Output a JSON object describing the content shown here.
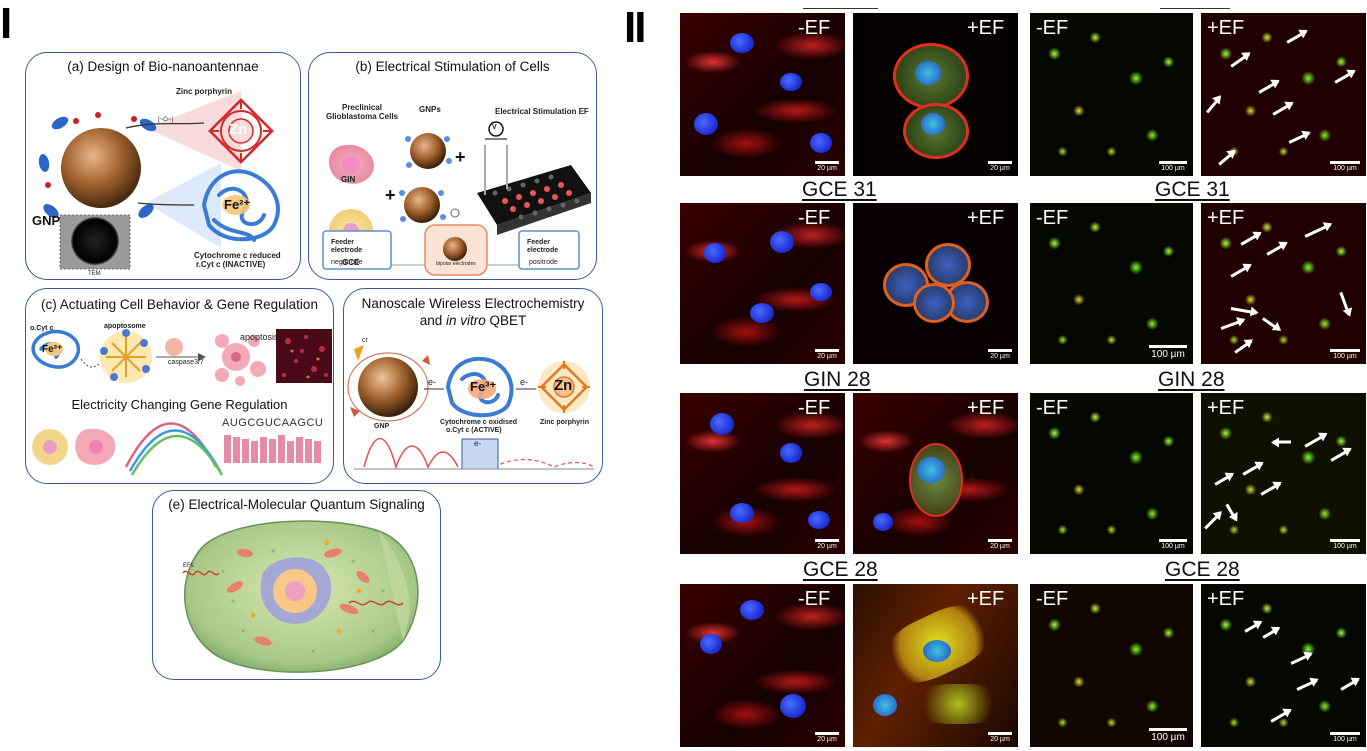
{
  "section_labels": {
    "left": "I",
    "right": "II"
  },
  "panels": {
    "a": {
      "title": "(a) Design of Bio-nanoantennae",
      "zinc": "Zinc porphyrin",
      "zn": "Zn",
      "gnp": "GNP",
      "fe": "Fe²⁺",
      "tem": "TEM",
      "cyt_line1": "Cytochrome c reduced",
      "cyt_line2": "r.Cyt c (INACTIVE)"
    },
    "b": {
      "title": "(b) Electrical Stimulation of Cells",
      "preclinical_line1": "Preclinical",
      "preclinical_line2": "Glioblastoma Cells",
      "gnps": "GNPs",
      "stim": "Electrical Stimulation EF",
      "gin": "GIN",
      "gce": "GCE",
      "v": "V",
      "feeder1": "Feeder electrode",
      "negatrode": "negatrode",
      "bipolar": "bipolar electrodes",
      "feeder2": "Feeder electrode",
      "positrode": "positrode"
    },
    "c": {
      "title": "(c) Actuating Cell Behavior & Gene Regulation",
      "ocyt": "o.Cyt c",
      "apoptosome": "apoptosome",
      "caspase": "caspase3/7",
      "apoptosis": "apoptosis",
      "fe": "Fe³⁺",
      "gene_title": "Electricity Changing Gene Regulation",
      "seq": "AUGCGUCAAGCU"
    },
    "d": {
      "title_line1": "Nanoscale Wireless Electrochemistry",
      "title_line2_pre": "and ",
      "title_line2_em": "in vitro",
      "title_line2_post": " QBET",
      "gnp": "GNP",
      "fe": "Fe³⁺",
      "zn": "Zn",
      "e1": "e-",
      "e2": "e-",
      "e3": "e-",
      "cyt_line1": "Cytochrome c oxidised",
      "cyt_line2": "o.Cyt c (ACTIVE)",
      "zinc": "Zinc porphyrin",
      "cr": "cr"
    },
    "e": {
      "title": "(e) Electrical-Molecular Quantum Signaling",
      "efs": "EFs"
    }
  },
  "microscopy": {
    "row_labels_left": [
      "GCE 31",
      "GIN 28",
      "GCE 28"
    ],
    "row_labels_right": [
      "GCE 31",
      "GIN 28",
      "GCE 28"
    ],
    "minus_ef": "-EF",
    "plus_ef": "+EF",
    "scale_left": "20 µm",
    "scale_right_small": "100 µm",
    "scale_right_big": "100 µm"
  },
  "colors": {
    "panel_border": "#3a5a9a",
    "phalloidin_red": "#e02020",
    "dapi_blue": "#2a3ae8",
    "mito_green": "#7cff2a"
  }
}
